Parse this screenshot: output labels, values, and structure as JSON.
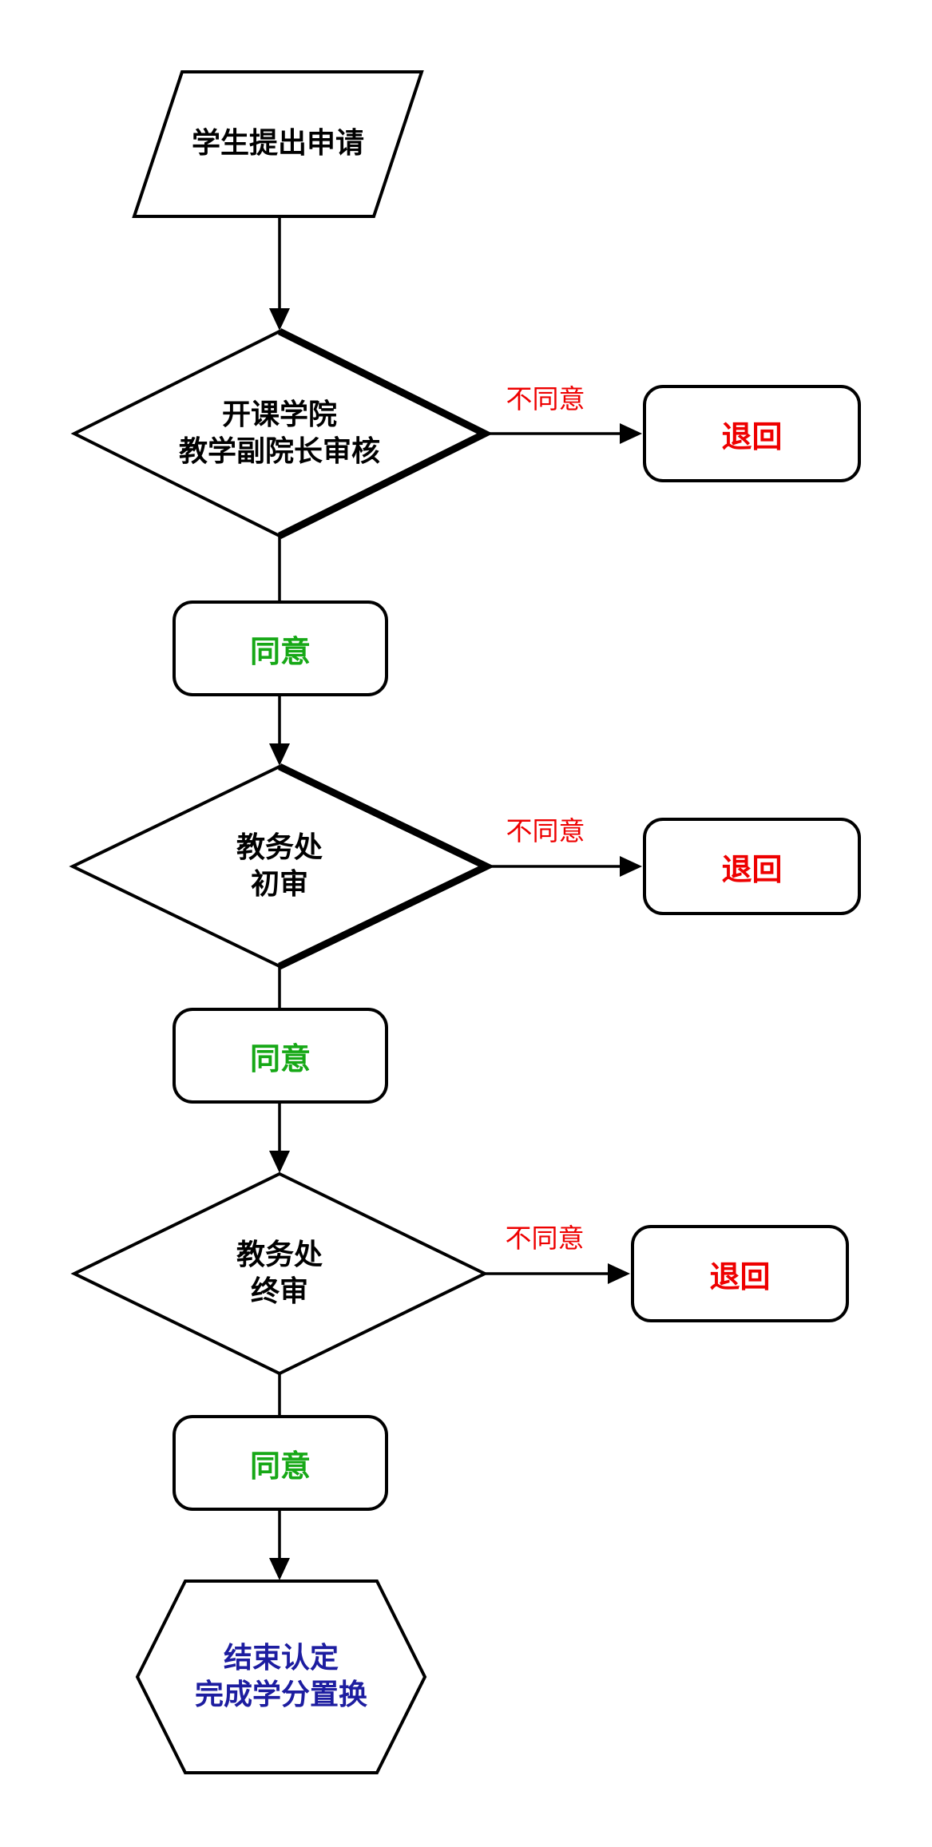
{
  "nodes": {
    "start": {
      "label": "学生提出申请"
    },
    "decision1": {
      "line1": "开课学院",
      "line2": "教学副院长审核"
    },
    "decision2": {
      "line1": "教务处",
      "line2": "初审"
    },
    "decision3": {
      "line1": "教务处",
      "line2": "终审"
    },
    "agree": {
      "label": "同意"
    },
    "reject": {
      "label": "退回"
    },
    "end": {
      "line1": "结束认定",
      "line2": "完成学分置换"
    }
  },
  "edges": {
    "disagree_label": "不同意"
  },
  "colors": {
    "line_black": "#000000",
    "agree_green": "#16a816",
    "reject_red": "#ee0000",
    "end_blue": "#1d1da0",
    "canvas_white": "#ffffff"
  }
}
